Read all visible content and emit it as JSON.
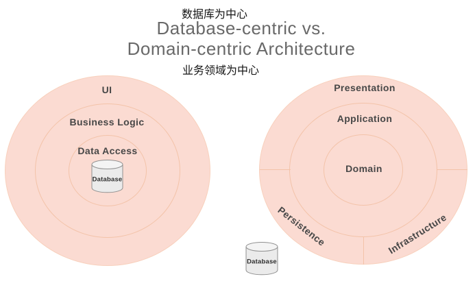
{
  "header": {
    "caption_top": "数据库为中心",
    "title_line1": "Database-centric vs.",
    "title_line2": "Domain-centric Architecture",
    "caption_bottom": "业务领域为中心"
  },
  "left_diagram": {
    "outer_label": "UI",
    "middle_label": "Business Logic",
    "inner_label": "Data Access",
    "database_label": "Database"
  },
  "right_diagram": {
    "outer_label": "Presentation",
    "middle_label": "Application",
    "inner_label": "Domain",
    "sector_bottom_left_label": "Persistence",
    "sector_bottom_right_label": "Infrastructure",
    "database_label": "Database"
  },
  "colors": {
    "background": "#ffffff",
    "ring_fill": "#fbdbd2",
    "ring_border": "#f3c3a9",
    "title_text": "#696969",
    "caption_text": "#141414",
    "label_text": "#474747",
    "cylinder_fill": "#ebebeb",
    "cylinder_top_fill": "#f4f4f4",
    "cylinder_border": "#8f8f8f",
    "cylinder_label_text": "#2e2e2e"
  }
}
